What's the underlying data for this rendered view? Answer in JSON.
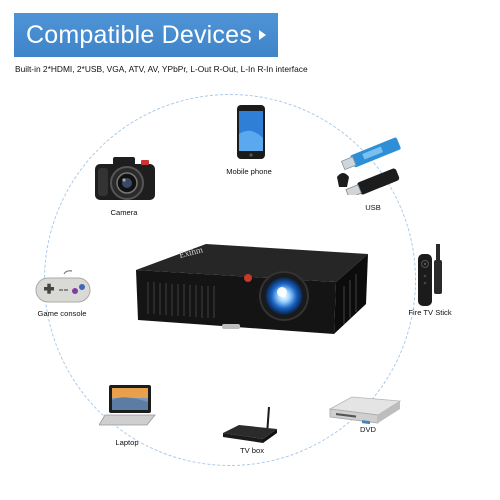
{
  "banner": {
    "title": "Compatible Devices"
  },
  "subtitle": "Built-in 2*HDMI, 2*USB, VGA, ATV, AV, YPbPr, L-Out R-Out, L-In R-In interface",
  "projector": {
    "brand": "Exthm"
  },
  "devices": {
    "mobile_phone": "Mobile phone",
    "camera": "Camera",
    "usb": "USB",
    "game_console": "Game console",
    "fire_tv_stick": "Fire TV Stick",
    "laptop": "Laptop",
    "tv_box": "TV box",
    "dvd": "DVD"
  },
  "colors": {
    "banner": "#4a8fd3",
    "ring": "#a9c7ea"
  }
}
